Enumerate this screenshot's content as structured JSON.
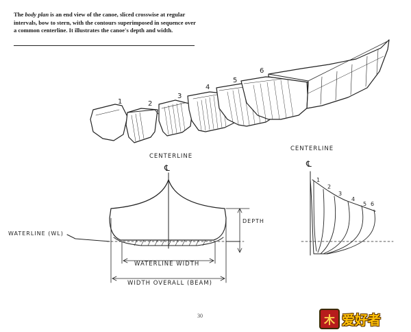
{
  "caption": {
    "lead": "The ",
    "term": "body plan",
    "text": " is an end view of the canoe, sliced crosswise at regular intervals, bow to stern, with the contours superimposed in sequence over a common centerline. It illustrates the canoe's depth and width."
  },
  "slices": {
    "numbers": [
      "1",
      "2",
      "3",
      "4",
      "5",
      "6"
    ]
  },
  "body_plan_left": {
    "centerline_label": "CENTERLINE",
    "centerline_symbol": "℄",
    "waterline_label": "WATERLINE (WL)",
    "depth_label": "DEPTH",
    "waterline_width_label": "WATERLINE WIDTH",
    "width_overall_label": "WIDTH OVERALL (BEAM)"
  },
  "body_plan_right": {
    "centerline_label": "CENTERLINE",
    "centerline_symbol": "℄",
    "station_numbers": [
      "1",
      "2",
      "3",
      "4",
      "5",
      "6"
    ]
  },
  "page_number": "30",
  "watermark": {
    "logo_char": "木",
    "text": "爱好者"
  }
}
